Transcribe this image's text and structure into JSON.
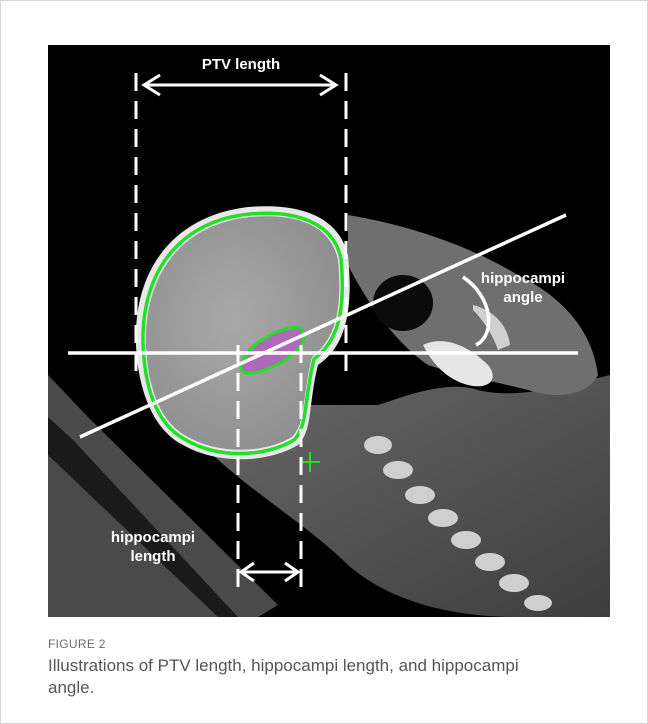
{
  "figure": {
    "label": "FIGURE 2",
    "caption": "Illustrations of PTV length, hippocampi length, and hippocampi angle."
  },
  "annotations": {
    "ptv_length": "PTV length",
    "hippocampi_angle_line1": "hippocampi",
    "hippocampi_angle_line2": "angle",
    "hippocampi_length_line1": "hippocampi",
    "hippocampi_length_line2": "length"
  },
  "colors": {
    "contour_ptv": "#22e02a",
    "contour_hippocampi": "#c040d0",
    "annotation": "#ffffff",
    "background": "#000000"
  }
}
